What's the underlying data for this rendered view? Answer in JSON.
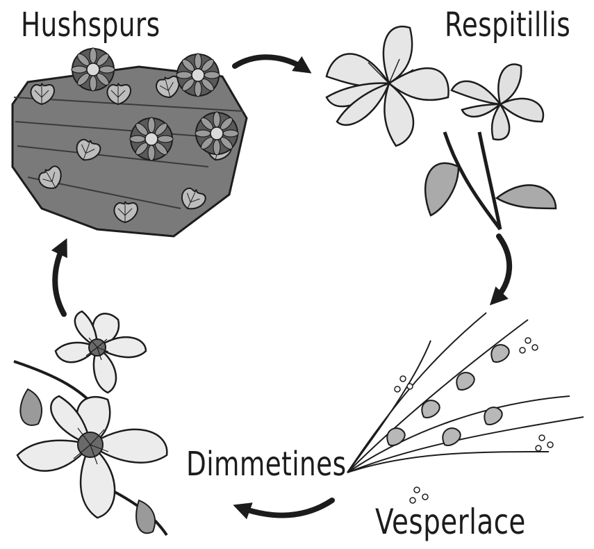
{
  "cycle": {
    "stages": [
      {
        "name": "Hushspurs",
        "illustration": "aster-and-ivy-on-log"
      },
      {
        "name": "Respitillis",
        "illustration": "lily-blooms"
      },
      {
        "name": "Vesperlace",
        "illustration": "grassy-spray-with-small-florets"
      },
      {
        "name": "Dimmetines",
        "illustration": "hellebore-blossoms"
      }
    ],
    "arrow_direction": "clockwise",
    "colors": {
      "ink": "#1c1c1c",
      "shade": "#8a8a8a",
      "petal": "#e6e6e6",
      "background": "#ffffff"
    }
  }
}
